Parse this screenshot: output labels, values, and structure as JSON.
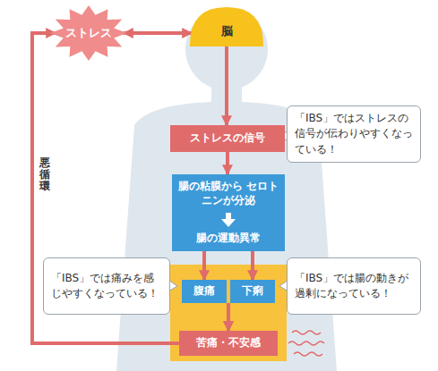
{
  "diagram": {
    "nodes": [
      {
        "text": [
          "ストレス"
        ]
      },
      {
        "text": [
          "脳"
        ]
      },
      {
        "text": [
          "ストレスの信号"
        ]
      },
      {
        "text": [
          "「IBS」ではストレスの信号が伝わりやすくなっている！"
        ]
      },
      {
        "text": [
          "腸の粘膜から セロトニンが分泌",
          "腸の運動異常"
        ]
      },
      {
        "text": [
          "「IBS」では痛みを感じやすくなっている！"
        ]
      },
      {
        "text": [
          "腹痛"
        ]
      },
      {
        "text": [
          "下痢"
        ]
      },
      {
        "text": [
          "「IBS」では腸の動きが過剰になっている！"
        ]
      },
      {
        "text": [
          "苦痛・不安感"
        ]
      }
    ],
    "edges": [
      {
        "from": 0,
        "to": 1,
        "arrow": "both"
      },
      {
        "from": 1,
        "to": 2,
        "arrow": "to"
      },
      {
        "from": 2,
        "to": 4,
        "arrow": "to"
      },
      {
        "from": 4,
        "to": 6,
        "arrow": "to"
      },
      {
        "from": 4,
        "to": 7,
        "arrow": "to"
      },
      {
        "from": 6,
        "to": 9,
        "arrow": "to"
      },
      {
        "from": 7,
        "to": 9,
        "arrow": "to"
      },
      {
        "from": 9,
        "to": 0,
        "arrow": "to"
      }
    ],
    "labels": [
      "悪循環"
    ]
  }
}
